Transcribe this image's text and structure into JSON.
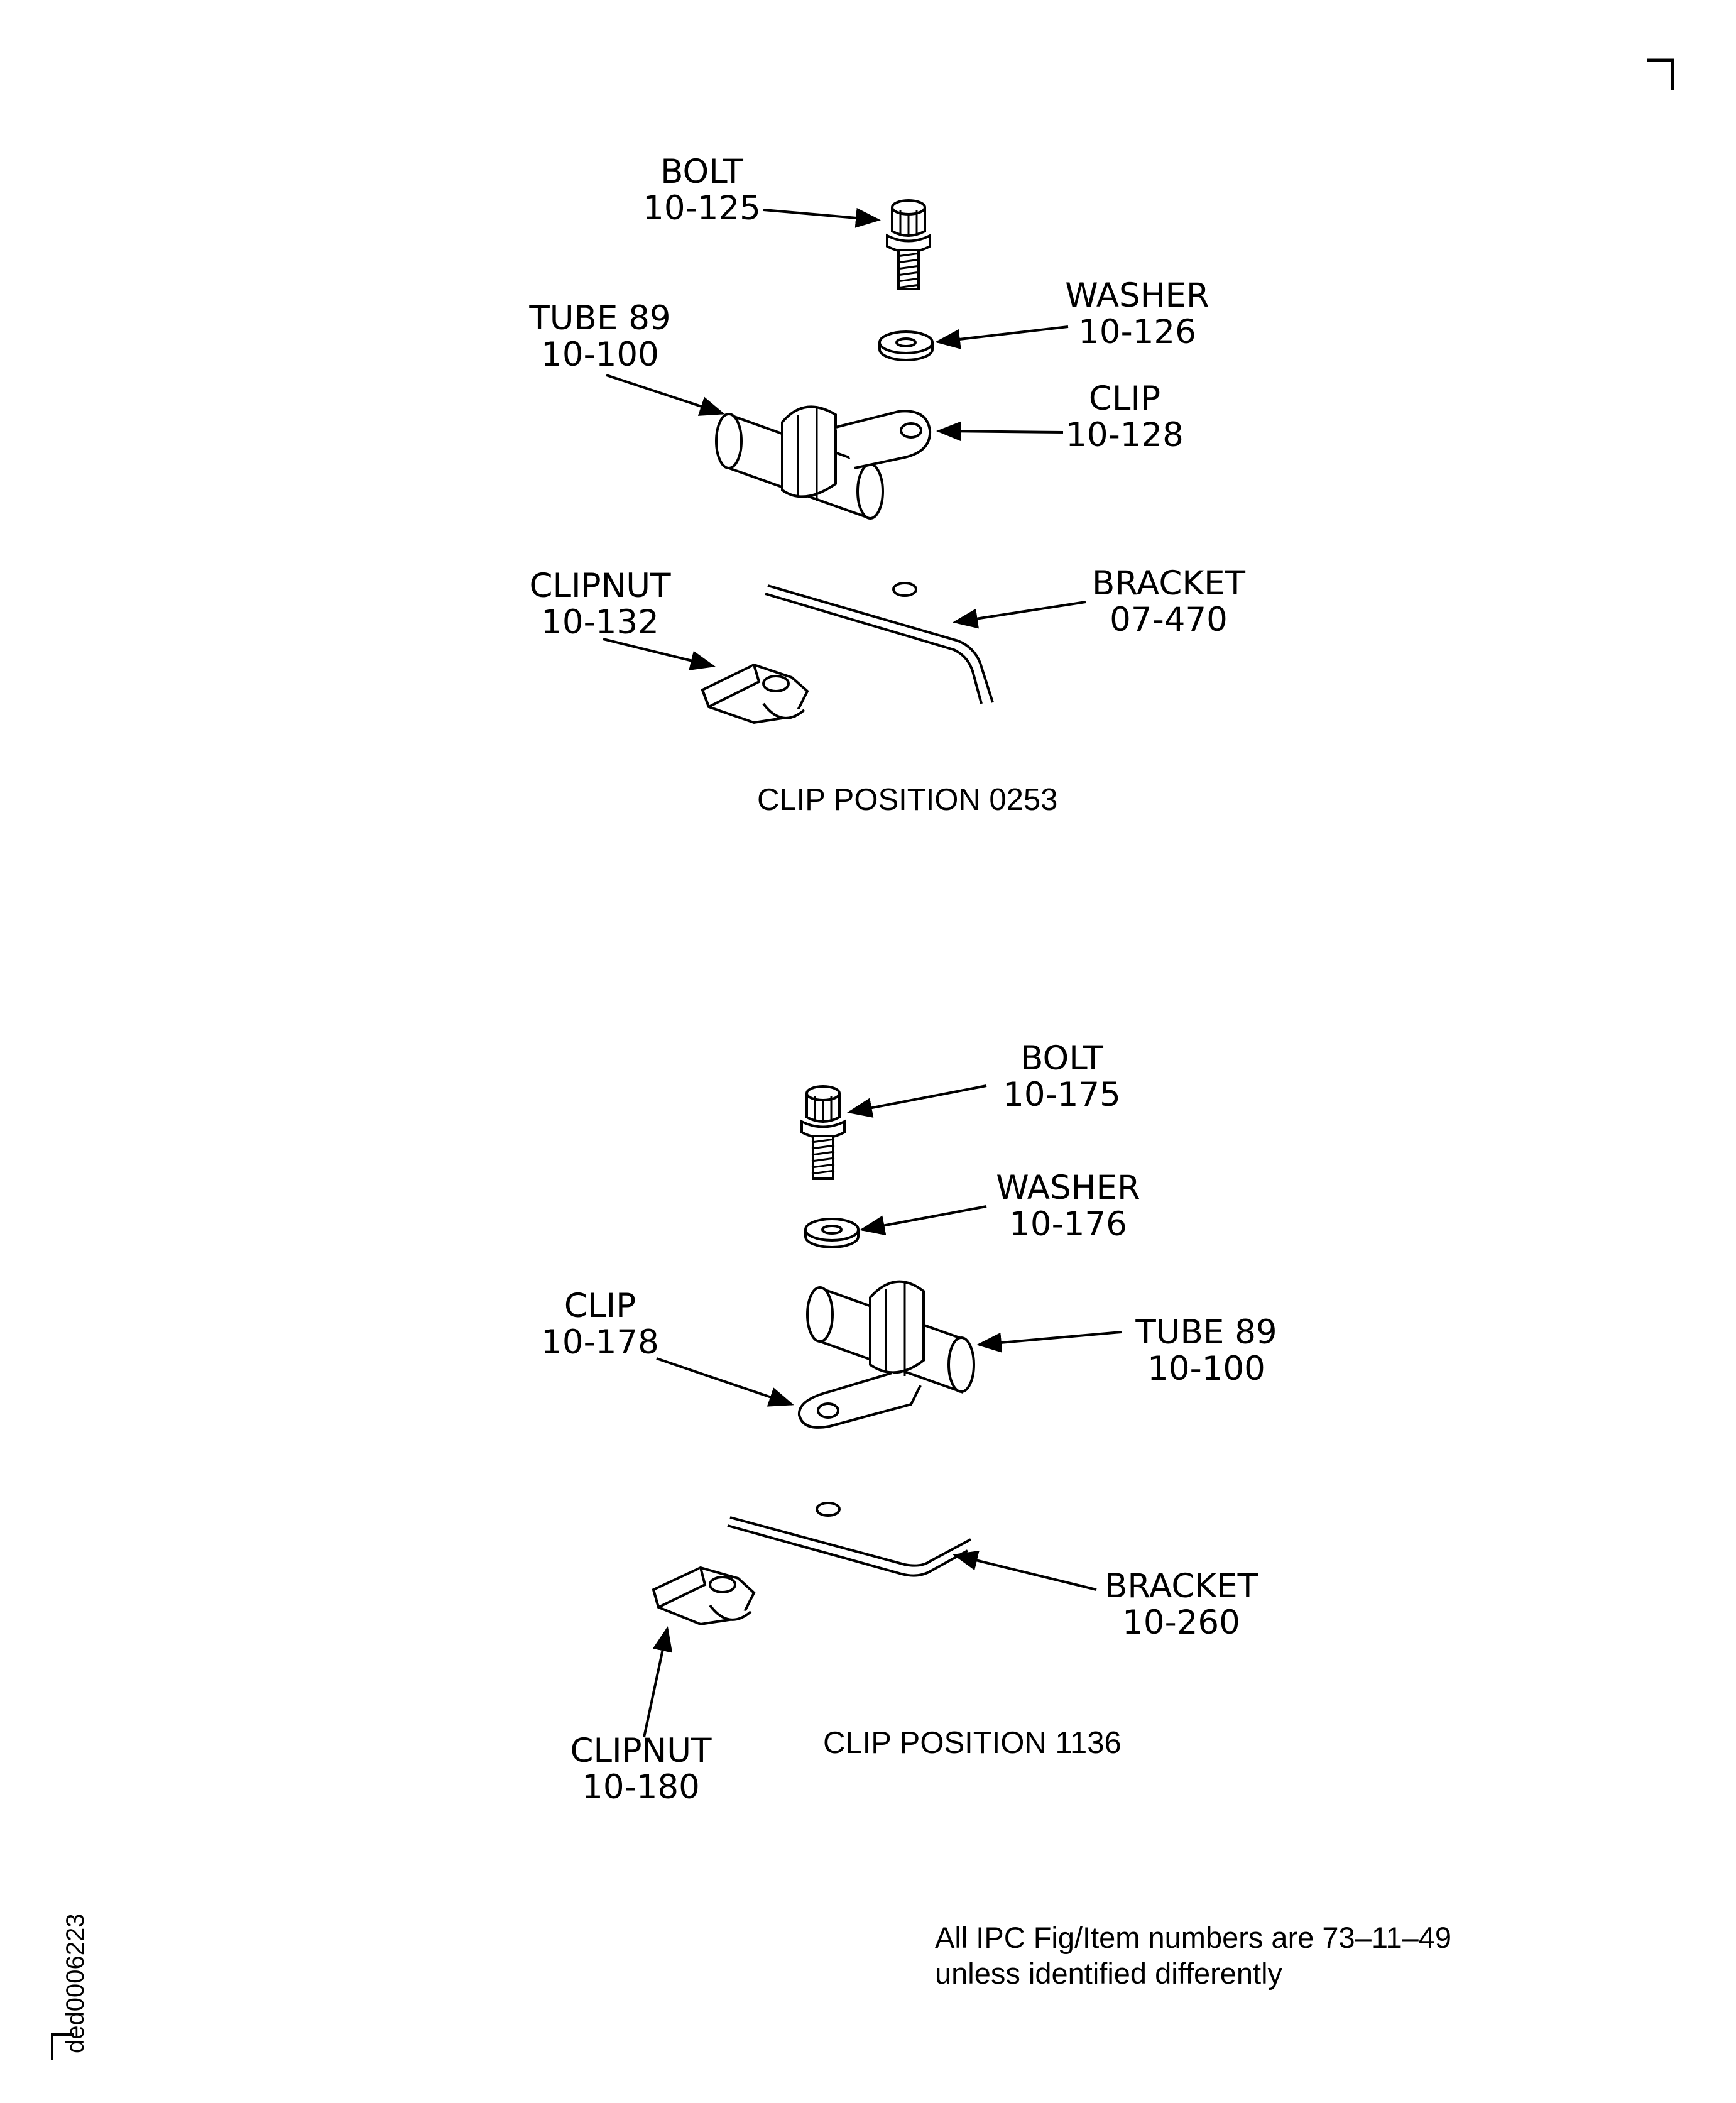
{
  "upper_view": {
    "caption": "CLIP POSITION 0253",
    "bolt": {
      "name": "BOLT",
      "item": "10-125"
    },
    "washer": {
      "name": "WASHER",
      "item": "10-126"
    },
    "tube": {
      "name": "TUBE 89",
      "item": "10-100"
    },
    "clip": {
      "name": "CLIP",
      "item": "10-128"
    },
    "clipnut": {
      "name": "CLIPNUT",
      "item": "10-132"
    },
    "bracket": {
      "name": "BRACKET",
      "item": "07-470"
    }
  },
  "lower_view": {
    "caption": "CLIP POSITION 1136",
    "bolt": {
      "name": "BOLT",
      "item": "10-175"
    },
    "washer": {
      "name": "WASHER",
      "item": "10-176"
    },
    "clip": {
      "name": "CLIP",
      "item": "10-178"
    },
    "tube": {
      "name": "TUBE 89",
      "item": "10-100"
    },
    "bracket": {
      "name": "BRACKET",
      "item": "10-260"
    },
    "clipnut": {
      "name": "CLIPNUT",
      "item": "10-180"
    }
  },
  "footer": {
    "note_line1": "All IPC Fig/Item numbers are 73–11–49",
    "note_line2": "unless identified differently",
    "drawing_id": "ded0006223"
  }
}
